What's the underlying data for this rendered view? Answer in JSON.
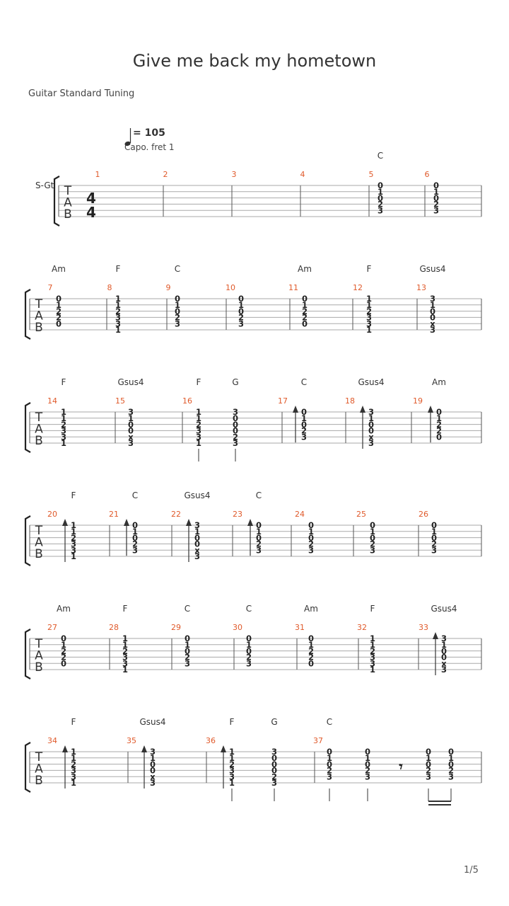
{
  "title": "Give me back my hometown",
  "tuning": "Guitar Standard Tuning",
  "tempo": "= 105",
  "capo": "Capo. fret 1",
  "track": "S-Gt",
  "time_signature": [
    "4",
    "4"
  ],
  "tab_letters": [
    "T",
    "A",
    "B"
  ],
  "page_number": "1/5",
  "chord_shapes": {
    "C": [
      "0",
      "1",
      "0",
      "2",
      "3",
      ""
    ],
    "Am": [
      "0",
      "1",
      "2",
      "2",
      "0",
      ""
    ],
    "F": [
      "1",
      "1",
      "2",
      "3",
      "3",
      "1"
    ],
    "Gsus4": [
      "3",
      "1",
      "0",
      "0",
      "x",
      "3"
    ],
    "G": [
      "3",
      "0",
      "0",
      "0",
      "2",
      "3"
    ]
  },
  "systems": [
    {
      "measures": [
        {
          "num": "1",
          "events": []
        },
        {
          "num": "2",
          "events": []
        },
        {
          "num": "3",
          "events": []
        },
        {
          "num": "4",
          "events": []
        },
        {
          "num": "5",
          "events": [
            {
              "shape": "C",
              "label": "C"
            }
          ]
        },
        {
          "num": "6",
          "events": [
            {
              "shape": "C"
            }
          ]
        }
      ]
    },
    {
      "measures": [
        {
          "num": "7",
          "events": [
            {
              "shape": "Am",
              "label": "Am"
            }
          ]
        },
        {
          "num": "8",
          "events": [
            {
              "shape": "F",
              "label": "F"
            }
          ]
        },
        {
          "num": "9",
          "events": [
            {
              "shape": "C",
              "label": "C"
            }
          ]
        },
        {
          "num": "10",
          "events": [
            {
              "shape": "C"
            }
          ]
        },
        {
          "num": "11",
          "events": [
            {
              "shape": "Am",
              "label": "Am"
            }
          ]
        },
        {
          "num": "12",
          "events": [
            {
              "shape": "F",
              "label": "F"
            }
          ]
        },
        {
          "num": "13",
          "events": [
            {
              "shape": "Gsus4",
              "label": "Gsus4"
            }
          ]
        }
      ]
    },
    {
      "measures": [
        {
          "num": "14",
          "events": [
            {
              "shape": "F",
              "label": "F"
            }
          ]
        },
        {
          "num": "15",
          "events": [
            {
              "shape": "Gsus4",
              "label": "Gsus4"
            }
          ]
        },
        {
          "num": "16",
          "events": [
            {
              "shape": "F",
              "label": "F",
              "stem": true
            },
            {
              "shape": "G",
              "label": "G",
              "stem": true
            }
          ]
        },
        {
          "num": "17",
          "events": [
            {
              "shape": "C",
              "label": "C",
              "arrow": true
            }
          ]
        },
        {
          "num": "18",
          "events": [
            {
              "shape": "Gsus4",
              "label": "Gsus4",
              "arrow": true
            }
          ]
        },
        {
          "num": "19",
          "events": [
            {
              "shape": "Am",
              "label": "Am",
              "arrow": true
            }
          ]
        }
      ]
    },
    {
      "measures": [
        {
          "num": "20",
          "events": [
            {
              "shape": "F",
              "label": "F",
              "arrow": true
            }
          ]
        },
        {
          "num": "21",
          "events": [
            {
              "shape": "C",
              "label": "C",
              "arrow": true
            }
          ]
        },
        {
          "num": "22",
          "events": [
            {
              "shape": "Gsus4",
              "label": "Gsus4",
              "arrow": true
            }
          ]
        },
        {
          "num": "23",
          "events": [
            {
              "shape": "C",
              "label": "C",
              "arrow": true
            }
          ]
        },
        {
          "num": "24",
          "events": [
            {
              "shape": "C"
            }
          ]
        },
        {
          "num": "25",
          "events": [
            {
              "shape": "C"
            }
          ]
        },
        {
          "num": "26",
          "events": [
            {
              "shape": "C"
            }
          ]
        }
      ]
    },
    {
      "measures": [
        {
          "num": "27",
          "events": [
            {
              "shape": "Am",
              "label": "Am"
            }
          ]
        },
        {
          "num": "28",
          "events": [
            {
              "shape": "F",
              "label": "F"
            }
          ]
        },
        {
          "num": "29",
          "events": [
            {
              "shape": "C",
              "label": "C"
            }
          ]
        },
        {
          "num": "30",
          "events": [
            {
              "shape": "C",
              "label": "C"
            }
          ]
        },
        {
          "num": "31",
          "events": [
            {
              "shape": "Am",
              "label": "Am"
            }
          ]
        },
        {
          "num": "32",
          "events": [
            {
              "shape": "F",
              "label": "F"
            }
          ]
        },
        {
          "num": "33",
          "events": [
            {
              "shape": "Gsus4",
              "label": "Gsus4",
              "arrow": true
            }
          ]
        }
      ]
    },
    {
      "measures": [
        {
          "num": "34",
          "events": [
            {
              "shape": "F",
              "label": "F",
              "arrow": true
            }
          ]
        },
        {
          "num": "35",
          "events": [
            {
              "shape": "Gsus4",
              "label": "Gsus4",
              "arrow": true
            }
          ]
        },
        {
          "num": "36",
          "events": [
            {
              "shape": "F",
              "label": "F",
              "arrow": true,
              "stem": true
            },
            {
              "shape": "G",
              "label": "G",
              "stem": true
            }
          ]
        },
        {
          "num": "37",
          "events": [
            {
              "shape": "C",
              "label": "C",
              "stem": true
            },
            {
              "shape": "C",
              "stem": true
            },
            {
              "rest": true
            },
            {
              "shape": "C",
              "beam": true
            },
            {
              "shape": "C",
              "beam": true
            }
          ]
        }
      ]
    }
  ]
}
